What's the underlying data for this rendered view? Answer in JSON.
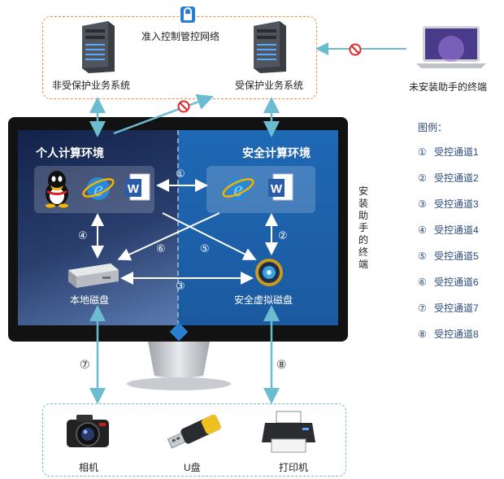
{
  "network": {
    "title": "准入控制管控网络",
    "left_system": "非受保护业务系统",
    "right_system": "受保护业务系统"
  },
  "outside_terminal": "未安装助手的终端",
  "monitor": {
    "left_env": "个人计算环境",
    "right_env": "安全计算环境",
    "local_disk": "本地磁盘",
    "secure_disk": "安全虚拟磁盘",
    "side_label": [
      "安",
      "装",
      "助",
      "手",
      "的",
      "终",
      "端"
    ]
  },
  "channels": {
    "c1": "①",
    "c2": "②",
    "c3": "③",
    "c4": "④",
    "c5": "⑤",
    "c6": "⑥",
    "c7": "⑦",
    "c8": "⑧"
  },
  "peripherals": {
    "camera": "相机",
    "usb": "U盘",
    "printer": "打印机"
  },
  "legend": {
    "title": "图例：",
    "items": [
      {
        "num": "①",
        "label": "受控通道1"
      },
      {
        "num": "②",
        "label": "受控通道2"
      },
      {
        "num": "③",
        "label": "受控通道3"
      },
      {
        "num": "④",
        "label": "受控通道4"
      },
      {
        "num": "⑤",
        "label": "受控通道5"
      },
      {
        "num": "⑥",
        "label": "受控通道6"
      },
      {
        "num": "⑦",
        "label": "受控通道7"
      },
      {
        "num": "⑧",
        "label": "受控通道8"
      }
    ]
  },
  "colors": {
    "network_border": "#f0903a",
    "arrow": "#6bbcd0",
    "screen_left": "#1b2d55",
    "screen_right": "#1b5aa0",
    "forbid": "#e0262a",
    "legend_text": "#2b4a7a"
  }
}
